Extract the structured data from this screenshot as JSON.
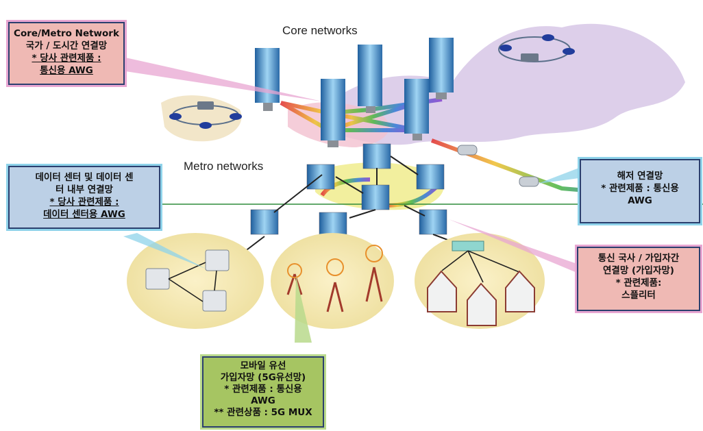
{
  "diagram": {
    "labels": {
      "core": "Core networks",
      "metro": "Metro networks"
    },
    "callouts": {
      "core_metro": [
        "Core/Metro Network",
        "국가 / 도시간 연결망",
        "* 당사 관련제품 :",
        "통신용 AWG"
      ],
      "data_center": [
        "데이터 센터 및 데이터 센",
        "터 내부 연결망",
        "* 당사 관련제품 :",
        "데이터 센터용 AWG"
      ],
      "submarine": [
        "해저 연결망",
        "* 관련제품 : 통신용",
        "AWG"
      ],
      "subscriber": [
        "통신 국사 / 가입자간",
        "연결망 (가입자망)",
        "* 관련제품:",
        "스플리터"
      ],
      "mobile": [
        "모바일 유선",
        "가입자망 (5G유선망)",
        "* 관련제품 : 통신용",
        "AWG",
        "** 관련상품 : 5G MUX"
      ]
    },
    "colors": {
      "pink_fill": "#efb9b4",
      "blue_fill": "#bcd0e6",
      "green_fill": "#a6c562",
      "border": "#2b3f6e"
    }
  }
}
